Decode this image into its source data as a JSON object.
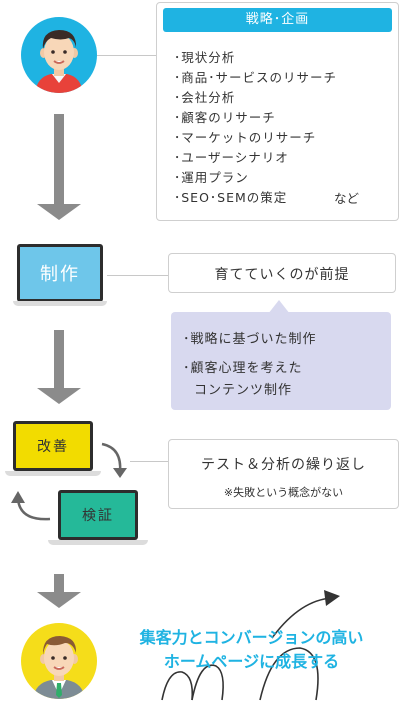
{
  "strategy": {
    "header": "戦略･企画",
    "items": [
      "･現状分析",
      "･商品･サービスのリサーチ",
      "･会社分析",
      "･顧客のリサーチ",
      "･マーケットのリサーチ",
      "･ユーザーシナリオ",
      "･運用プラン",
      "･SEO･SEMの策定"
    ],
    "etc": "など"
  },
  "production": {
    "label": "制作",
    "premise": "育てていくのが前提",
    "points": [
      "･戦略に基づいた制作",
      "･顧客心理を考えた",
      "コンテンツ制作"
    ]
  },
  "cycle": {
    "improve_label": "改善",
    "verify_label": "検証",
    "title": "テスト＆分析の繰り返し",
    "note": "※失敗という概念がない"
  },
  "result": {
    "line1": "集客力とコンバージョンの高い",
    "line2": "ホームページに成長する"
  },
  "colors": {
    "blue": "#1fb3e2",
    "yellow": "#f2dc00",
    "green": "#25b999",
    "lavender": "#d8d9ef",
    "arrow_gray": "#8b8b8b"
  },
  "icons": [
    "person-avatar-icon",
    "laptop-icon",
    "down-arrow-icon",
    "cycle-arrow-icon",
    "growth-arrow-icon"
  ]
}
